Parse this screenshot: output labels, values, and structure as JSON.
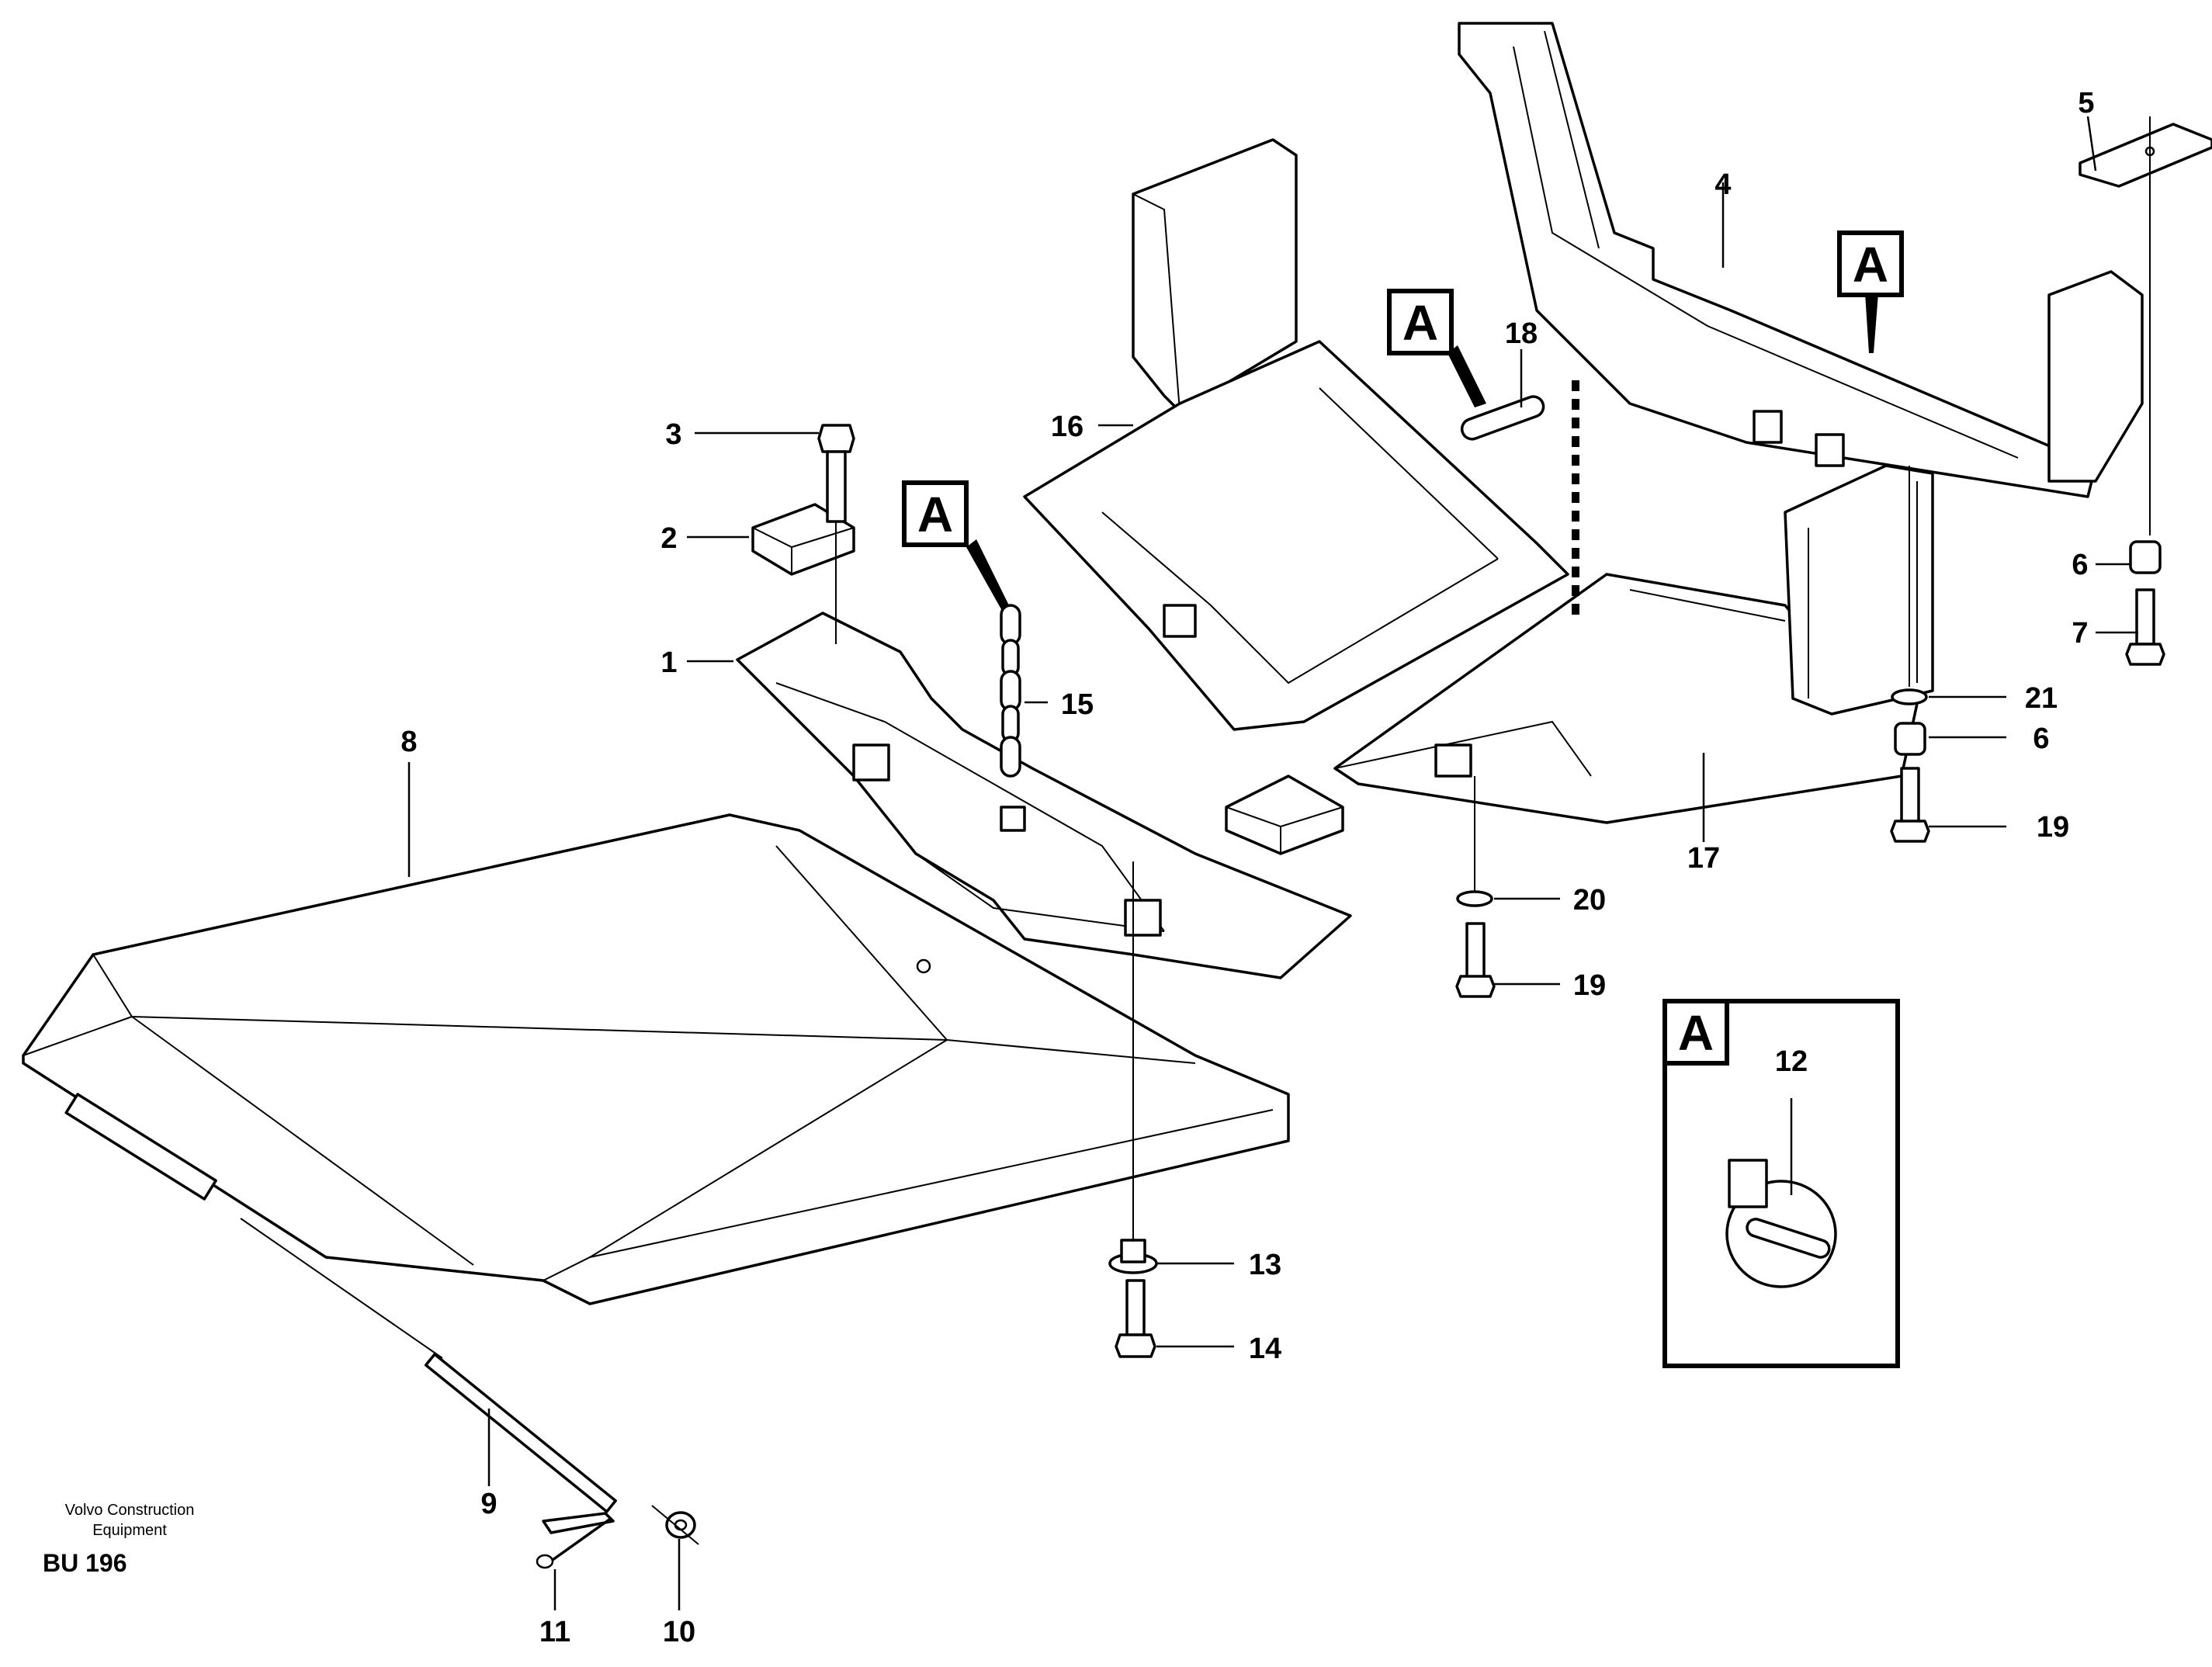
{
  "diagram": {
    "part_labels": {
      "p1": "1",
      "p2": "2",
      "p3": "3",
      "p4": "4",
      "p5": "5",
      "p6a": "6",
      "p6b": "6",
      "p7": "7",
      "p8": "8",
      "p9": "9",
      "p10": "10",
      "p11": "11",
      "p12": "12",
      "p13": "13",
      "p14": "14",
      "p15": "15",
      "p16": "16",
      "p17": "17",
      "p18": "18",
      "p19a": "19",
      "p19b": "19",
      "p20": "20",
      "p21": "21"
    },
    "detail_flags": {
      "chain": "A",
      "pin": "A",
      "bracket": "A",
      "inset": "A"
    },
    "footer": {
      "company_line1": "Volvo Construction",
      "company_line2": "Equipment",
      "drawing_code": "BU 196"
    }
  }
}
